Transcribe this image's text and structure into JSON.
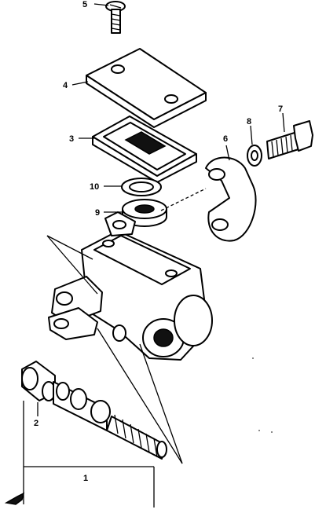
{
  "callouts": {
    "p1": "1",
    "p2": "2",
    "p3": "3",
    "p4": "4",
    "p5": "5",
    "p6": "6",
    "p7": "7",
    "p8": "8",
    "p9": "9",
    "p10": "10"
  },
  "icons": {
    "front_indicator": "front-arrow-icon"
  }
}
